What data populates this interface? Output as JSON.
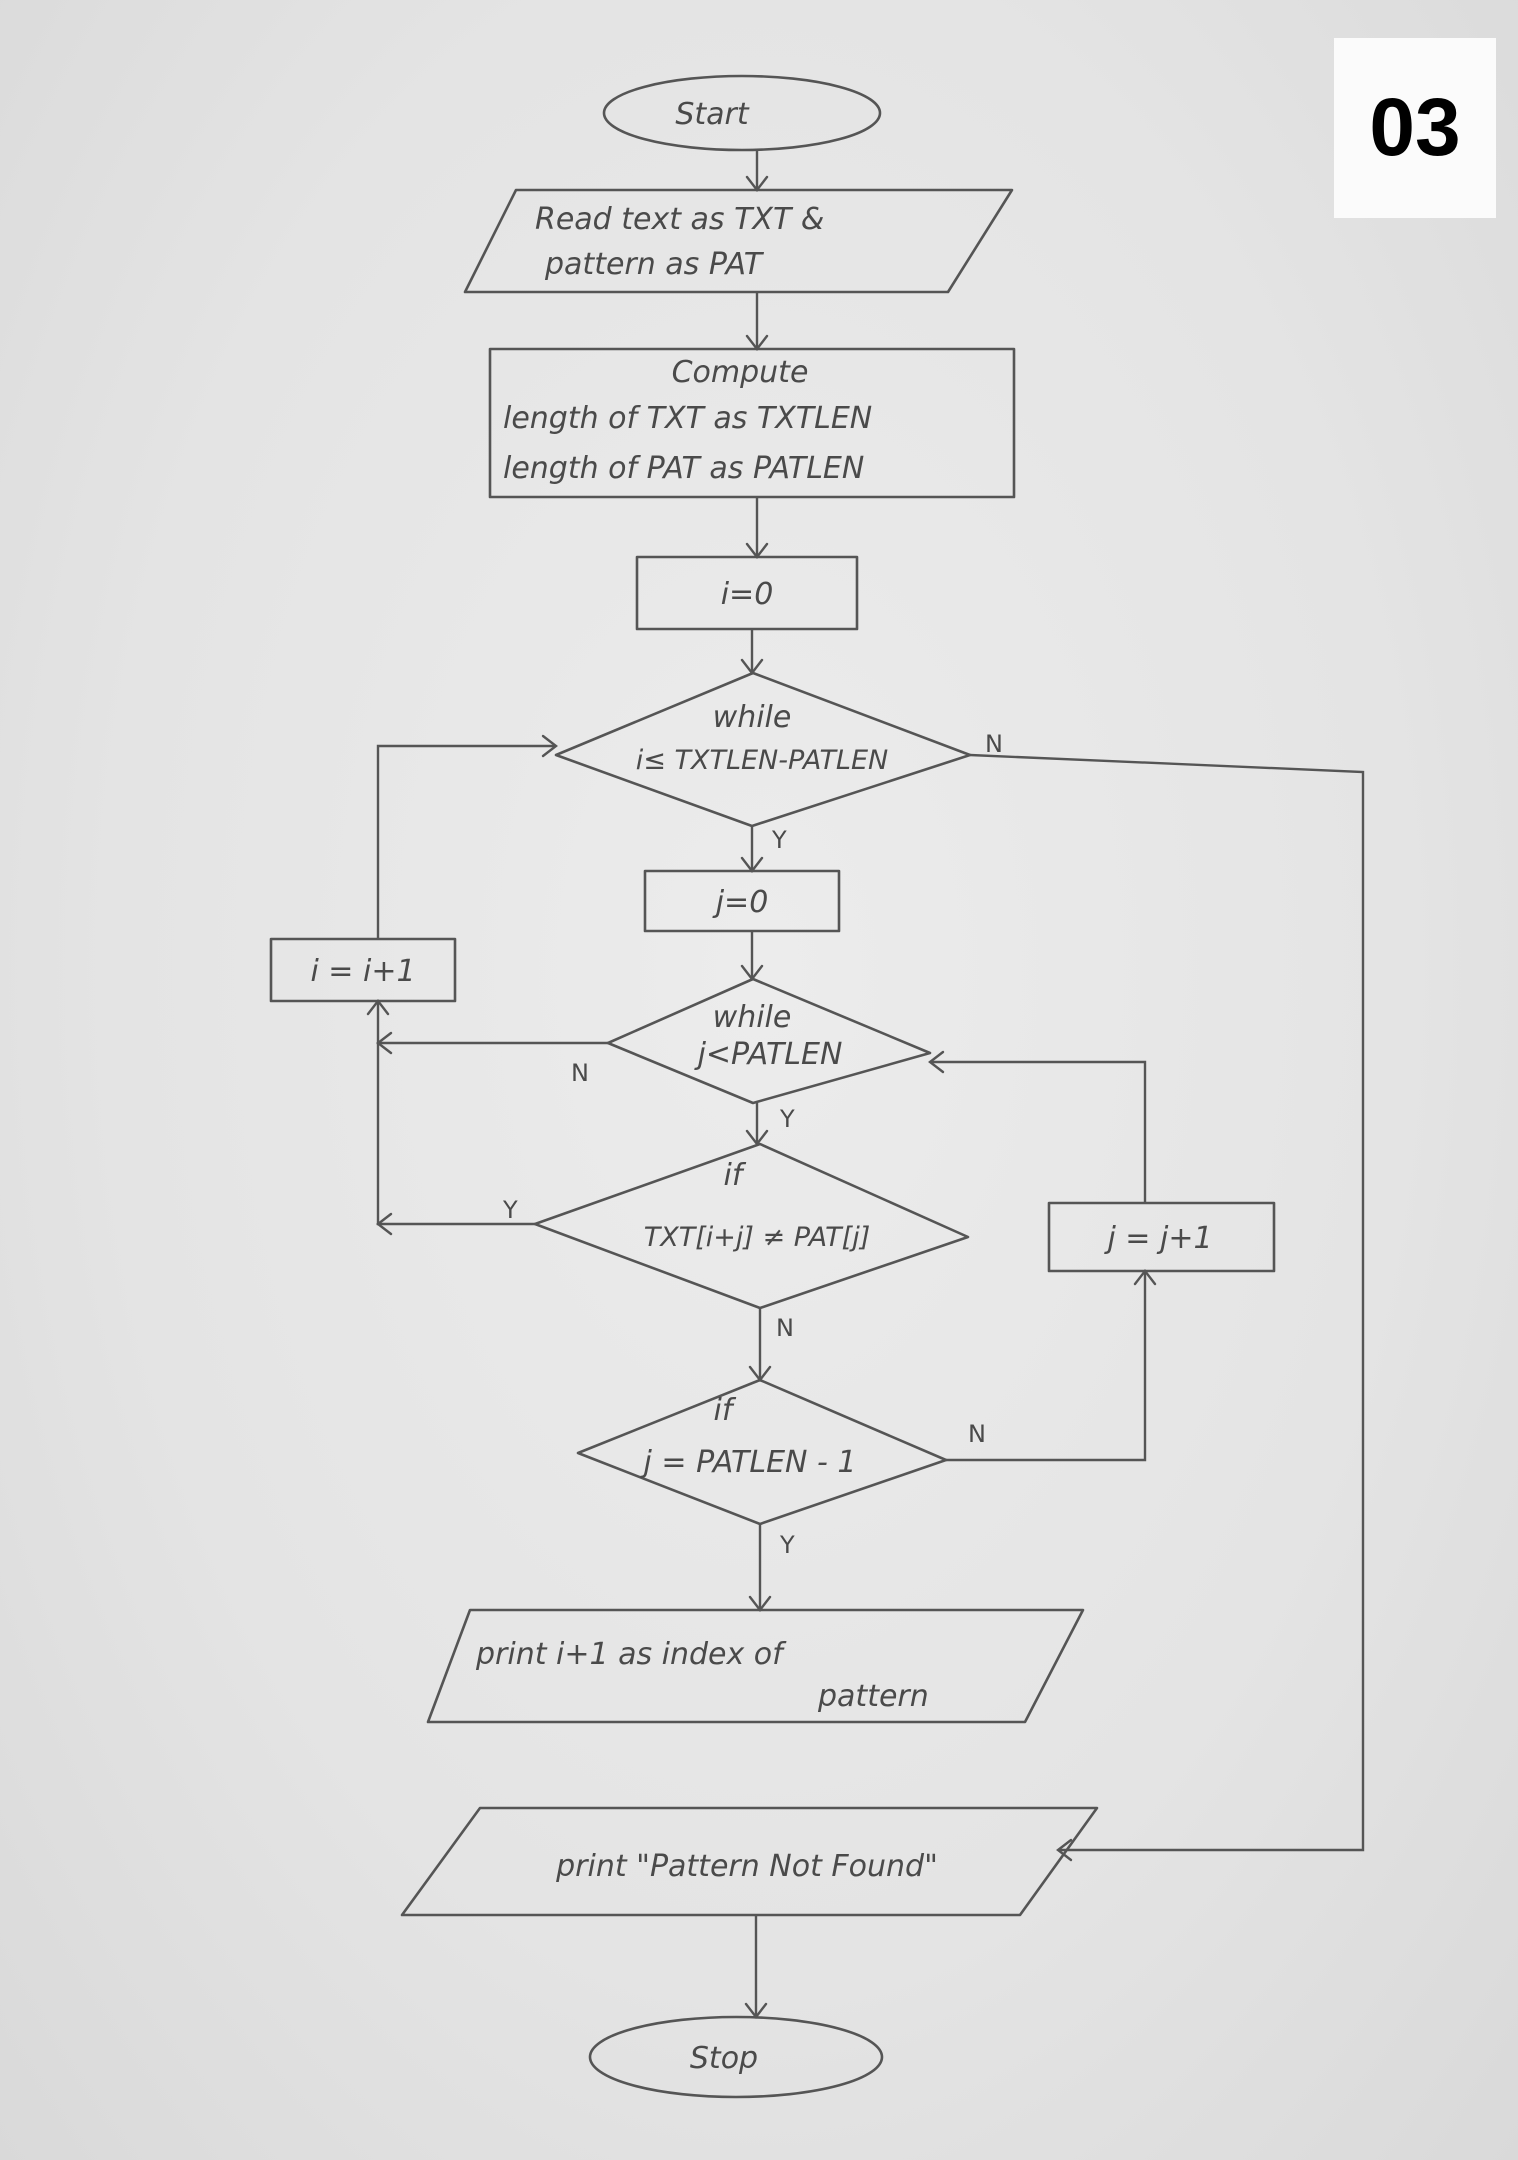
{
  "page_number": "03",
  "nodes": {
    "start": "Start",
    "read_input": [
      "Read text as TXT &",
      "pattern as PAT"
    ],
    "compute": [
      "Compute",
      "length of TXT as TXTLEN",
      "length of PAT as PATLEN"
    ],
    "init_i": "i=0",
    "while_i": [
      "while",
      "i≤ TXTLEN-PATLEN"
    ],
    "init_j": "j=0",
    "incr_i": "i = i+1",
    "while_j": [
      "while",
      "j<PATLEN"
    ],
    "if_mismatch": [
      "if",
      "TXT[i+j] ≠ PAT[j]"
    ],
    "incr_j": "j = j+1",
    "if_last": [
      "if",
      "j = PATLEN - 1"
    ],
    "print_index": [
      "print i+1 as index of",
      "pattern"
    ],
    "print_not_found": "print \"Pattern Not Found\"",
    "stop": "Stop"
  },
  "branch_labels": {
    "while_i_no": "N",
    "while_i_yes": "Y",
    "while_j_no": "N",
    "while_j_yes": "Y",
    "mismatch_yes": "Y",
    "mismatch_no": "N",
    "last_no": "N",
    "last_yes": "Y"
  },
  "colors": {
    "paper": "#e6e6e6",
    "ink": "#555555",
    "badge_bg": "#fbfbfb",
    "badge_text": "#000000"
  }
}
